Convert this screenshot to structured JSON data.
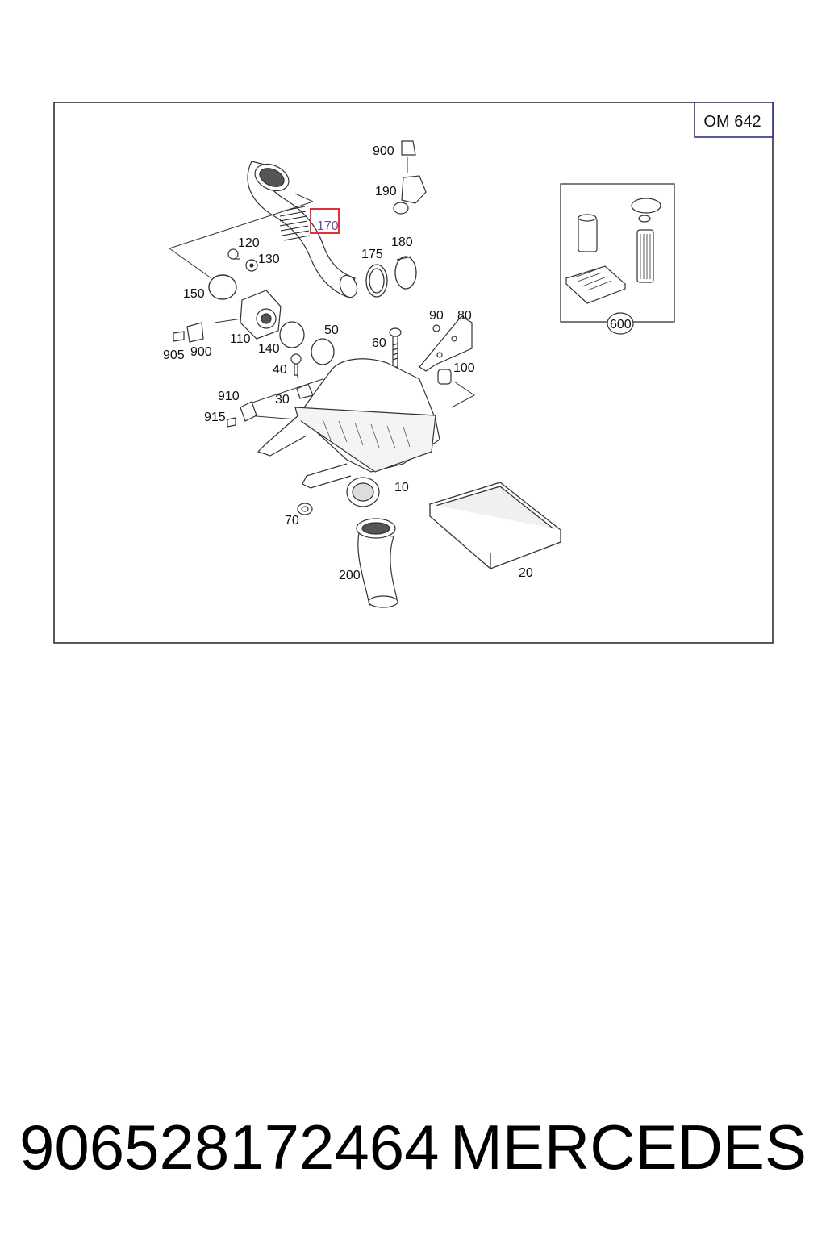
{
  "engine_code": "OM 642",
  "highlighted_part": "170",
  "part_labels": {
    "p900a": "900",
    "p190": "190",
    "p170": "170",
    "p120": "120",
    "p130": "130",
    "p175": "175",
    "p180": "180",
    "p150": "150",
    "p110": "110",
    "p905": "905",
    "p900b": "900",
    "p140": "140",
    "p50": "50",
    "p60": "60",
    "p90": "90",
    "p80": "80",
    "p100": "100",
    "p40": "40",
    "p910": "910",
    "p30": "30",
    "p915": "915",
    "p10": "10",
    "p70": "70",
    "p200": "200",
    "p20": "20",
    "p600": "600"
  },
  "caption": {
    "part_number": "906528172464",
    "brand": "MERCEDES"
  },
  "colors": {
    "highlight": "#e0313a",
    "highlight_text": "#6a4a9a",
    "engine_box_border": "#1a237e"
  }
}
